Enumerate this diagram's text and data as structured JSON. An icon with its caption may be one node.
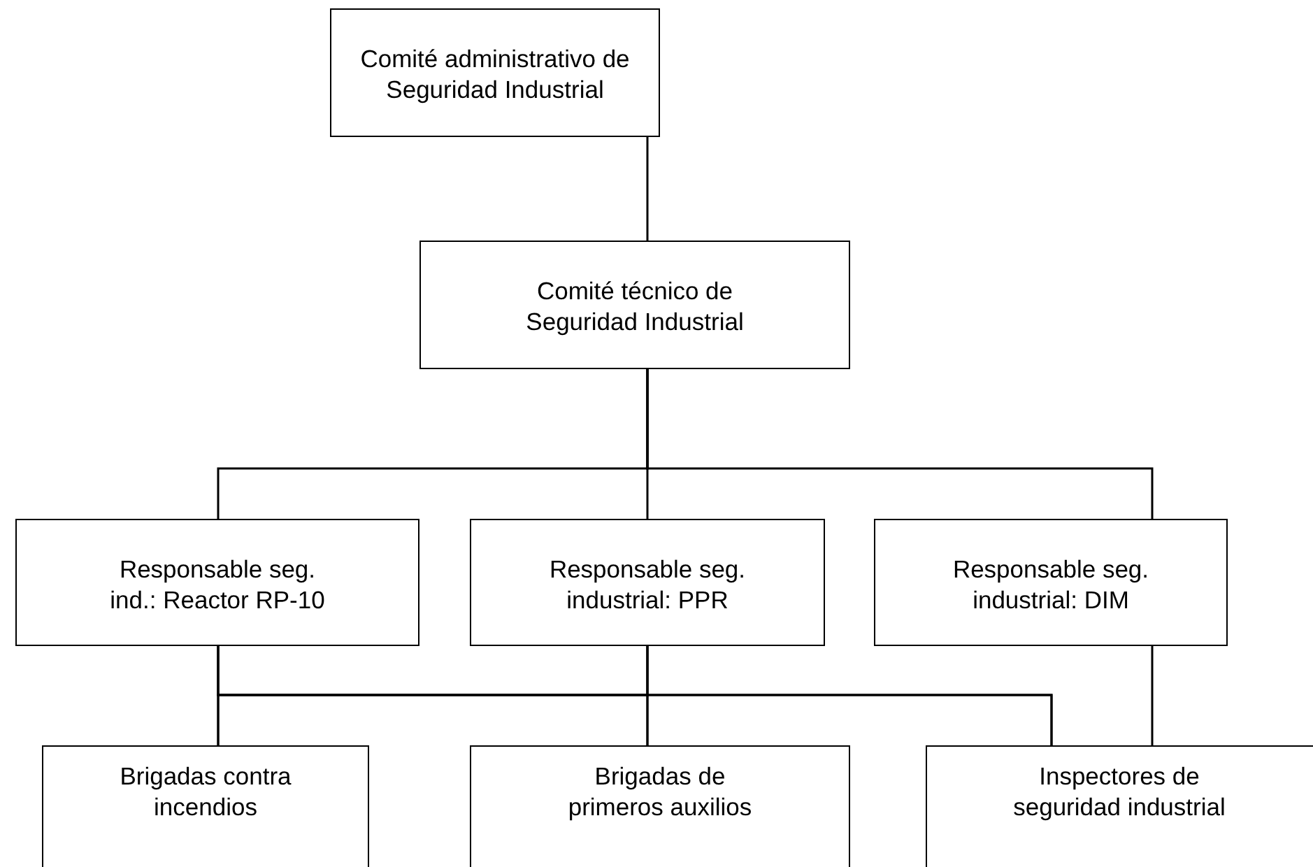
{
  "diagram": {
    "nodes": [
      {
        "text": [
          "Comité administrativo de Seguridad Industrial"
        ]
      },
      {
        "text": [
          "Comité técnico de Seguridad Industrial"
        ]
      },
      {
        "text": [
          "Responsable seg. ind.: Reactor RP-10"
        ]
      },
      {
        "text": [
          "Responsable seg. industrial: PPR"
        ]
      },
      {
        "text": [
          "Responsable seg. industrial: DIM"
        ]
      },
      {
        "text": [
          "Brigadas contra incendios"
        ]
      },
      {
        "text": [
          "Brigadas de primeros auxilios"
        ]
      },
      {
        "text": [
          "Inspectores de seguridad industrial"
        ]
      }
    ],
    "edges": [
      {
        "from": 0,
        "to": 1,
        "arrow": "none"
      },
      {
        "from": 1,
        "to": 2,
        "arrow": "none"
      },
      {
        "from": 1,
        "to": 3,
        "arrow": "none"
      },
      {
        "from": 1,
        "to": 4,
        "arrow": "none"
      },
      {
        "from": 2,
        "to": 5,
        "arrow": "none"
      },
      {
        "from": 2,
        "to": 6,
        "arrow": "none"
      },
      {
        "from": 2,
        "to": 7,
        "arrow": "none"
      },
      {
        "from": 3,
        "to": 5,
        "arrow": "none"
      },
      {
        "from": 3,
        "to": 6,
        "arrow": "none"
      },
      {
        "from": 3,
        "to": 7,
        "arrow": "none"
      },
      {
        "from": 4,
        "to": 7,
        "arrow": "none"
      }
    ]
  }
}
